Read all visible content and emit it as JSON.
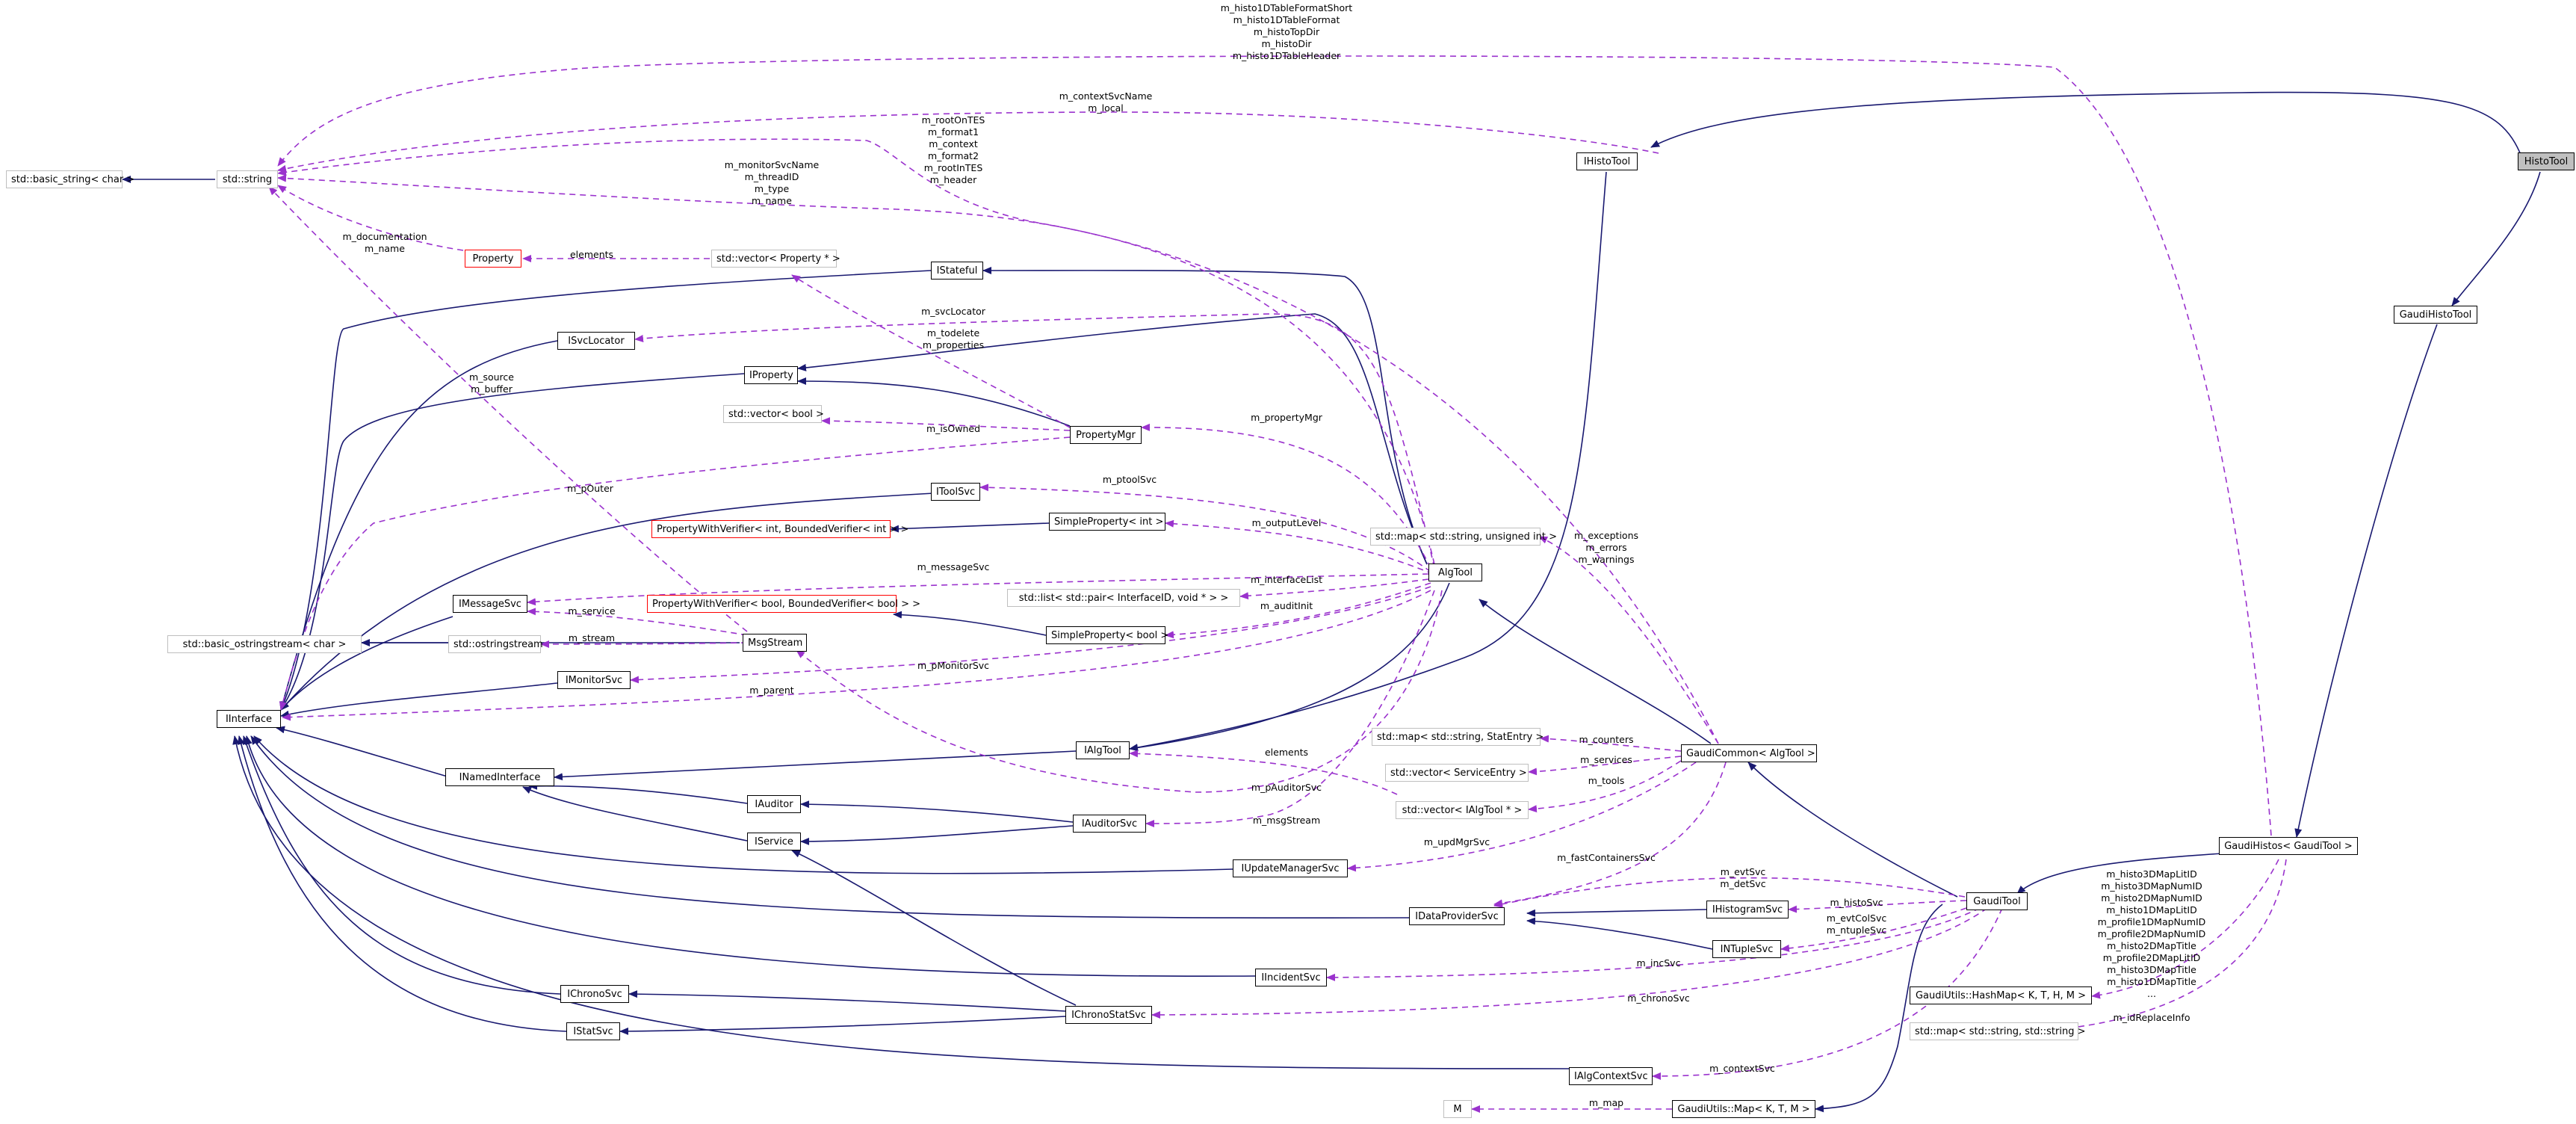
{
  "colors": {
    "inheritance": "#191970",
    "usage": "#9a32cd",
    "node_border": "#000000",
    "node_border_template": "#bfbfbf",
    "node_border_undocumented": "#ff0000",
    "focus_fill": "#bfbfbf"
  },
  "nodes": {
    "basic_string": "std::basic_string< char >",
    "string": "std::string",
    "property": "Property",
    "vector_property": "std::vector< Property * >",
    "istateful": "IStateful",
    "isvclocator": "ISvcLocator",
    "iproperty": "IProperty",
    "vector_bool": "std::vector< bool >",
    "propertymgr": "PropertyMgr",
    "itoolsvc": "IToolSvc",
    "pwv_int": "PropertyWithVerifier< int, BoundedVerifier< int > >",
    "simpleproperty_int": "SimpleProperty< int >",
    "map_string_uint": "std::map< std::string, unsigned int >",
    "imessagesvc": "IMessageSvc",
    "pwv_bool": "PropertyWithVerifier< bool, BoundedVerifier< bool > >",
    "list_pair": "std::list< std::pair< InterfaceID, void * > >",
    "algtool": "AlgTool",
    "basic_ostringstream": "std::basic_ostringstream< char >",
    "ostringstream": "std::ostringstream",
    "msgstream": "MsgStream",
    "simpleproperty_bool": "SimpleProperty< bool >",
    "imonitorsvc": "IMonitorSvc",
    "interface": "IInterface",
    "ialgtool": "IAlgTool",
    "map_statentry": "std::map< std::string, StatEntry >",
    "gaudicommon": "GaudiCommon< AlgTool >",
    "vector_serviceentry": "std::vector< ServiceEntry >",
    "inamedinterface": "INamedInterface",
    "iauditor": "IAuditor",
    "vector_ialgtool": "std::vector< IAlgTool * >",
    "iauditorsvc": "IAuditorSvc",
    "iservice": "IService",
    "iupdatemanagersvc": "IUpdateManagerSvc",
    "idataprovidersvc": "IDataProviderSvc",
    "ihistogramsvc": "IHistogramSvc",
    "gauditool": "GaudiTool",
    "intuplesvc": "INTupleSvc",
    "iincidentsvc": "IIncidentSvc",
    "ichronosvc": "IChronoSvc",
    "ichronostatsvc": "IChronoStatSvc",
    "istatsvc": "IStatSvc",
    "hashmap": "GaudiUtils::HashMap< K, T, H, M >",
    "map_string_string": "std::map< std::string, std::string >",
    "ialgcontextsvc": "IAlgContextSvc",
    "m": "M",
    "gaudiutils_map": "GaudiUtils::Map< K, T, M >",
    "ihistotool": "IHistoTool",
    "histotool": "HistoTool",
    "gaudihistotool": "GaudiHistoTool",
    "gaudihistos": "GaudiHistos< GaudiTool >"
  },
  "edge_labels": {
    "histo_top": [
      "m_histo1DTableFormatShort",
      "m_histo1DTableFormat",
      "m_histoTopDir",
      "m_histoDir",
      "m_histo1DTableHeader"
    ],
    "context_local": [
      "m_contextSvcName",
      "m_local"
    ],
    "rootontes": [
      "m_rootOnTES",
      "m_format1",
      "m_context",
      "m_format2",
      "m_rootInTES",
      "m_header"
    ],
    "monitorsvcname": [
      "m_monitorSvcName",
      "m_threadID",
      "m_type",
      "m_name"
    ],
    "documentation": [
      "m_documentation",
      "m_name"
    ],
    "elements_property": "elements",
    "svclocator": "m_svcLocator",
    "todelete": [
      "m_todelete",
      "m_properties"
    ],
    "source_buffer": [
      "m_source",
      "m_buffer"
    ],
    "isowned": "m_isOwned",
    "propertymgr": "m_propertyMgr",
    "pouter": "m_pOuter",
    "ptoolsvc": "m_ptoolSvc",
    "outputlevel": "m_outputLevel",
    "exceptions": [
      "m_exceptions",
      "m_errors",
      "m_warnings"
    ],
    "messagesvc": "m_messageSvc",
    "interfacelist": "m_interfaceList",
    "service": "m_service",
    "auditinit": "m_auditInit",
    "stream": "m_stream",
    "pmonitorsvc": "m_pMonitorSvc",
    "parent": "m_parent",
    "counters": "m_counters",
    "elements_tools": "elements",
    "services": "m_services",
    "tools": "m_tools",
    "pauditorsvc": "m_pAuditorSvc",
    "msgstream": "m_msgStream",
    "updmgrsvc": "m_updMgrSvc",
    "fastcontainers": "m_fastContainersSvc",
    "evtsvc": [
      "m_evtSvc",
      "m_detSvc"
    ],
    "histosvc": "m_histoSvc",
    "evtcolsvc": [
      "m_evtColSvc",
      "m_ntupleSvc"
    ],
    "incsvc": "m_incSvc",
    "chronosvc": "m_chronoSvc",
    "histo_ids": [
      "m_histo3DMapLitID",
      "m_histo3DMapNumID",
      "m_histo2DMapNumID",
      "m_histo1DMapLitID",
      "m_profile1DMapNumID",
      "m_profile2DMapNumID",
      "m_histo2DMapTitle",
      "m_profile2DMapLitID",
      "m_histo3DMapTitle",
      "m_histo1DMapTitle",
      "..."
    ],
    "idreplaceinfo": "m_idReplaceInfo",
    "contextsvc": "m_contextSvc",
    "map": "m_map"
  }
}
